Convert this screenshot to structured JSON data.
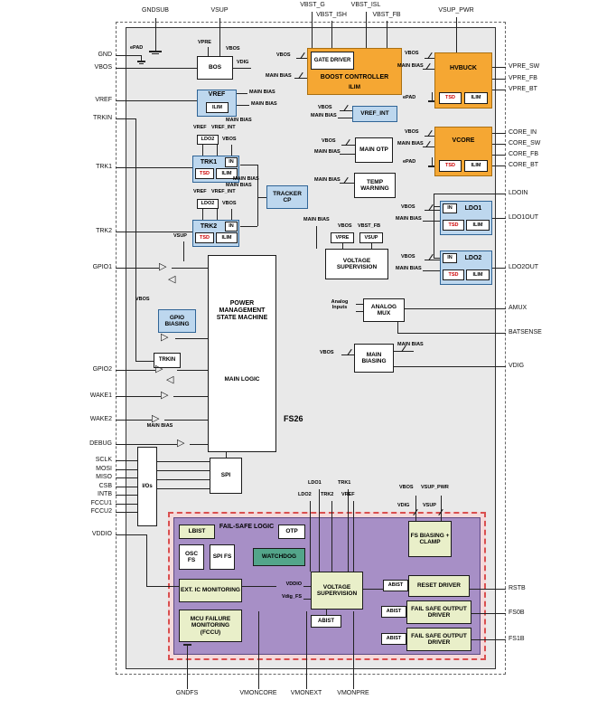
{
  "chip": {
    "name": "FS26"
  },
  "pins": {
    "top": [
      "GNDSUB",
      "VSUP",
      "VBST_G",
      "VBST_ISH",
      "VBST_ISL",
      "VBST_FB",
      "VSUP_PWR"
    ],
    "left": [
      "GND",
      "VBOS",
      "VREF",
      "TRKIN",
      "TRK1",
      "TRK2",
      "GPIO1",
      "GPIO2",
      "WAKE1",
      "WAKE2",
      "DEBUG",
      "SCLK",
      "MOSI",
      "MISO",
      "CSB",
      "INTB",
      "FCCU1",
      "FCCU2",
      "VDDIO"
    ],
    "right": [
      "VPRE_SW",
      "VPRE_FB",
      "VPRE_BT",
      "CORE_IN",
      "CORE_SW",
      "CORE_FB",
      "CORE_BT",
      "LDOIN",
      "LDO1OUT",
      "LDO2OUT",
      "AMUX",
      "BATSENSE",
      "VDIG",
      "RSTB",
      "FS0B",
      "FS1B"
    ],
    "bottom": [
      "GNDFS",
      "VMONCORE",
      "VMONEXT",
      "VMONPRE"
    ]
  },
  "blocks": {
    "bos": "BOS",
    "vref": "VREF",
    "gate_driver": "GATE DRIVER",
    "boost_controller": "BOOST CONTROLLER",
    "vref_int": "VREF_INT",
    "hvbuck": "HVBUCK",
    "vcore": "VCORE",
    "main_otp": "MAIN OTP",
    "temp_warning": "TEMP WARNING",
    "ldo1": "LDO1",
    "ldo2": "LDO2",
    "trk1": "TRK1",
    "trk2": "TRK2",
    "tracker_cp": "TRACKER CP",
    "voltage_supervision": "VOLTAGE SUPERVISION",
    "analog_mux": "ANALOG MUX",
    "main_biasing": "MAIN BIASING",
    "gpio_biasing": "GPIO BIASING",
    "psm": "POWER MANAGEMENT STATE MACHINE",
    "main_logic": "MAIN LOGIC",
    "trkin": "TRKIN",
    "spi": "SPI",
    "ios": "I/Os",
    "failsafe_logic": "FAIL-SAFE LOGIC",
    "lbist": "LBIST",
    "otp": "OTP",
    "osc_fs": "OSC FS",
    "spi_fs": "SPI FS",
    "watchdog": "WATCHDOG",
    "ext_ic_monitoring": "EXT. IC MONITORING",
    "mcu_failure_monitoring": "MCU FAILURE MONITORING (FCCU)",
    "fs_voltage_supervision": "VOLTAGE SUPERVISION",
    "fs_biasing_clamp": "FS BIASING + CLAMP",
    "reset_driver": "RESET DRIVER",
    "fail_safe_output_driver": "FAIL SAFE OUTPUT DRIVER",
    "abist": "ABIST"
  },
  "labels": {
    "epad": "ePAD",
    "vpre": "VPRE",
    "vbos": "VBOS",
    "vdig": "VDIG",
    "vsup": "VSUP",
    "vref": "VREF",
    "vref_int": "VREF_INT",
    "main_bias": "MAIN BIAS",
    "ilim": "ILIM",
    "tsd": "TSD",
    "in": "IN",
    "ldo1": "LDO1",
    "ldo2": "LDO2",
    "trk1": "TRK1",
    "trk2": "TRK2",
    "vbst_fb": "VBST_FB",
    "vsup_pwr": "VSUP_PWR",
    "vddio": "VDDIO",
    "vdig_fs": "Vdig_FS",
    "analog_inputs": "Analog Inputs",
    "fs26": "FS26"
  },
  "icons": {
    "buffer_right": "▷",
    "buffer_left": "◁"
  },
  "colors": {
    "chip_fill": "#e9e9e9",
    "block_blue": "#bdd7ee",
    "block_orange": "#f5a733",
    "block_green": "#e9efc9",
    "watchdog_teal": "#53a58a",
    "failsafe_purple": "#a78fc6",
    "failsafe_pink": "#f5d9da",
    "failsafe_red_dash": "#d94f4f",
    "tsd_red": "#cc0000"
  }
}
